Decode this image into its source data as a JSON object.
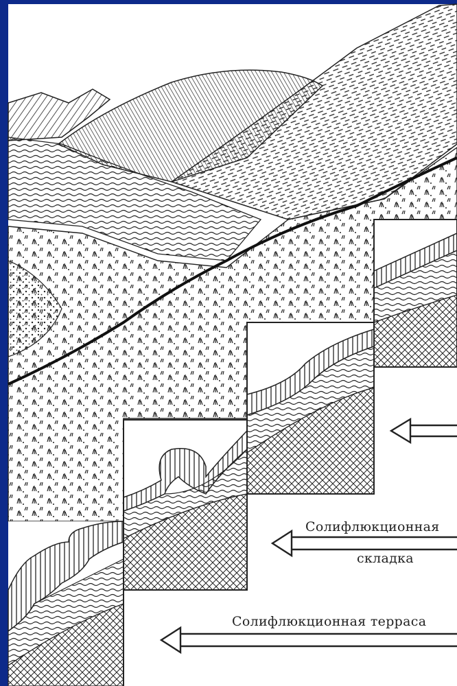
{
  "labels": {
    "fold_line1": "Солифлюкционная",
    "fold_line2": "складка",
    "terrace": "Солифлюкционная терраса"
  },
  "colors": {
    "border_blue": "#0d2a8a",
    "paper": "#ffffff",
    "ink": "#1a1a1a"
  }
}
